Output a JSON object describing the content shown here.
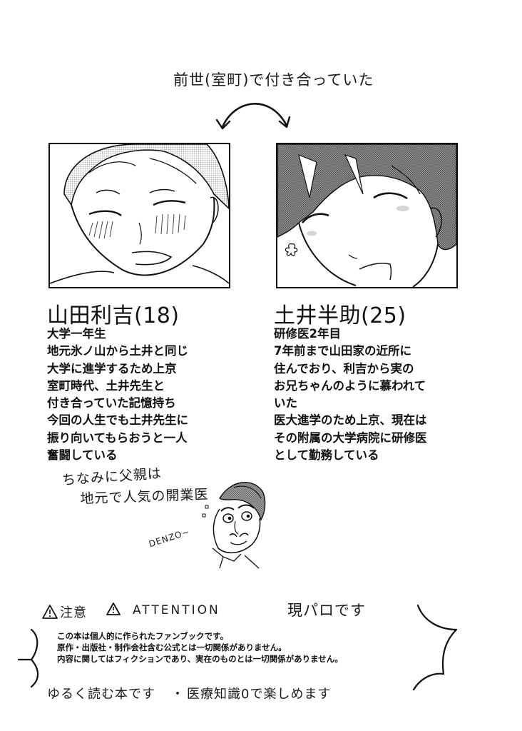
{
  "header": {
    "caption": "前世(室町)で付き合っていた"
  },
  "characters": [
    {
      "name": "山田利吉(18)",
      "description": [
        "大学一年生",
        "地元氷ノ山から土井と同じ",
        "大学に進学するため上京",
        "室町時代、土井先生と",
        "付き合っていた記憶持ち",
        "今回の人生でも土井先生に",
        "振り向いてもらおうと一人",
        "奮闘している"
      ]
    },
    {
      "name": "土井半助(25)",
      "description": [
        "研修医2年目",
        "7年前まで山田家の近所に",
        "住んでおり、利吉から実の",
        "お兄ちゃんのように慕われて",
        "いた",
        "医大進学のため上京、現在は",
        "その附属の大学病院に研修医",
        "として勤務している"
      ]
    }
  ],
  "father_note": {
    "line1": "ちなみに父親は",
    "line2": "地元で人気の開業医",
    "sound": "DENZO~"
  },
  "attention": {
    "label_jp": "注意",
    "label_en": "ATTENTION",
    "genre": "現パロです",
    "notices": [
      "この本は個人的に作られたファンブックです。",
      "原作・出版社・制作会社含む公式とは一切関係がありません。",
      "内容に関してはフィクションであり、実在のものとは一切関係がありません。"
    ],
    "footer_left": "ゆるく読む本です",
    "footer_sep": "・",
    "footer_right": "医療知識0で楽しめます"
  },
  "colors": {
    "ink": "#111111",
    "screentone": "#8a8a8a",
    "light_tone": "#d0d0d0",
    "paper": "#ffffff"
  }
}
